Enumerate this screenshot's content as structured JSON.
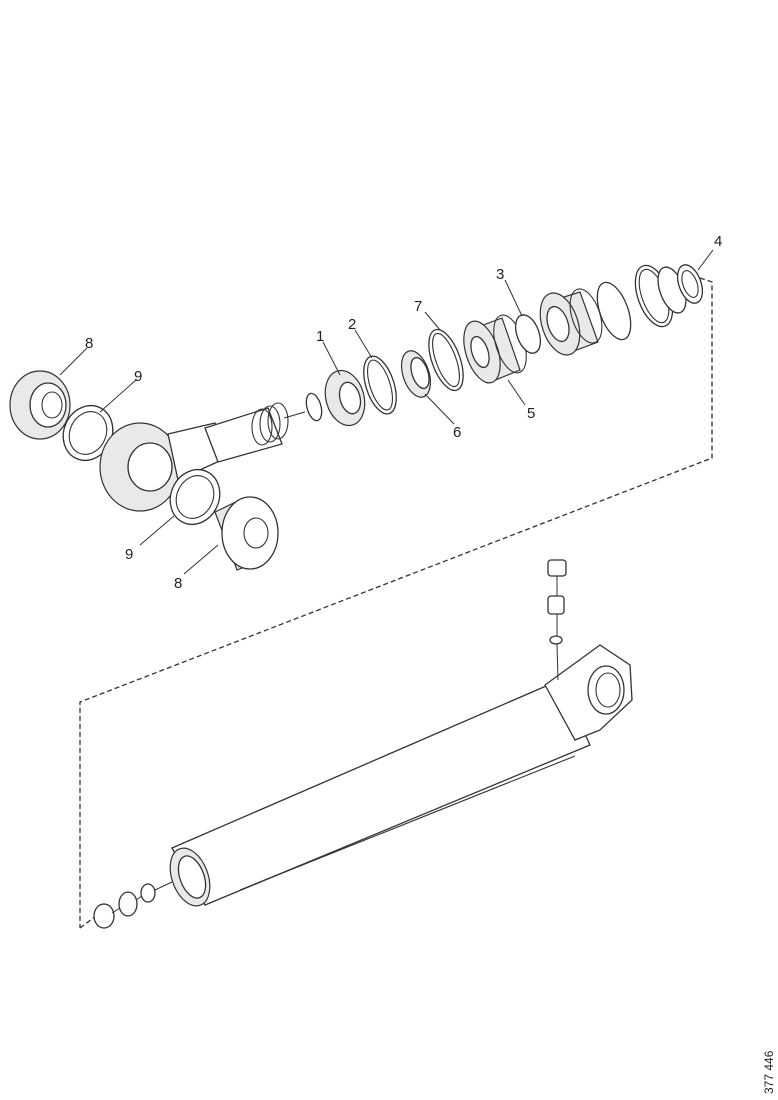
{
  "callouts": [
    {
      "id": "c1",
      "label": "1"
    },
    {
      "id": "c2",
      "label": "2"
    },
    {
      "id": "c3",
      "label": "3"
    },
    {
      "id": "c4",
      "label": "4"
    },
    {
      "id": "c5",
      "label": "5"
    },
    {
      "id": "c6",
      "label": "6"
    },
    {
      "id": "c7",
      "label": "7"
    },
    {
      "id": "c8a",
      "label": "8"
    },
    {
      "id": "c8b",
      "label": "8"
    },
    {
      "id": "c9a",
      "label": "9"
    },
    {
      "id": "c9b",
      "label": "9"
    }
  ],
  "reference_number": "377 446"
}
